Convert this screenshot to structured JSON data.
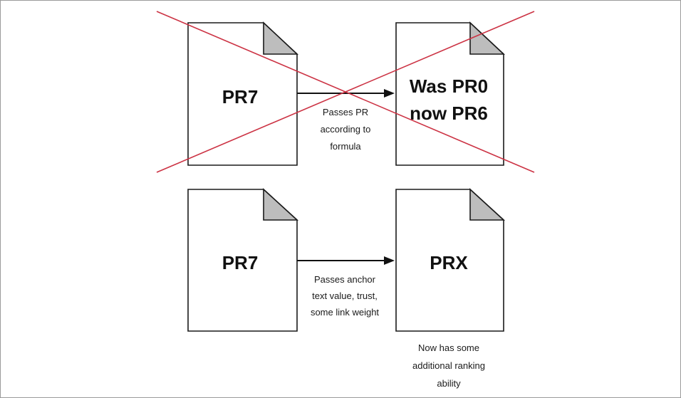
{
  "diagram": {
    "top_row": {
      "source_doc": {
        "label": "PR7"
      },
      "target_doc": {
        "label_lines": [
          "Was PR0",
          "now PR6"
        ]
      },
      "edge_caption_lines": [
        "Passes PR",
        "according to",
        "formula"
      ],
      "crossed_out": true
    },
    "bottom_row": {
      "source_doc": {
        "label": "PR7"
      },
      "target_doc": {
        "label": "PRX"
      },
      "edge_caption_lines": [
        "Passes anchor",
        "text value, trust,",
        "some link weight"
      ],
      "target_note_lines": [
        "Now has some",
        "additional ranking",
        "ability"
      ]
    },
    "colors": {
      "cross": "#cc3344",
      "fold": "#bdbdbd",
      "outline": "#1a1a1a"
    }
  }
}
